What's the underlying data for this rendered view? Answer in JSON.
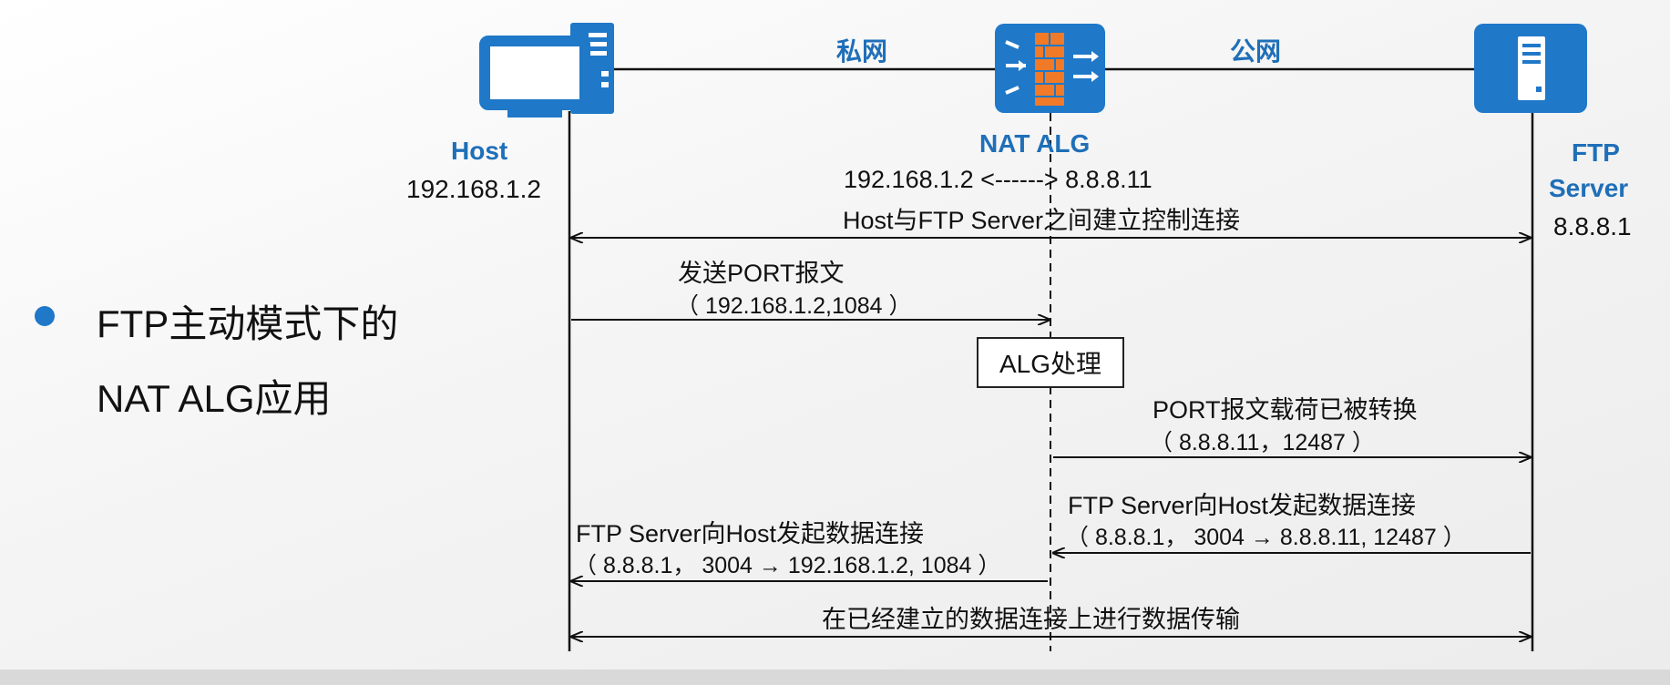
{
  "bullet": {
    "line1": "FTP主动模式下的",
    "line2": "NAT ALG应用"
  },
  "segments": {
    "private": "私网",
    "public": "公网"
  },
  "nodes": {
    "host": {
      "label": "Host",
      "ip": "192.168.1.2"
    },
    "nat": {
      "label": "NAT ALG",
      "mapping": "192.168.1.2 <------> 8.8.8.11"
    },
    "server": {
      "label_line1": "FTP",
      "label_line2": "Server",
      "ip": "8.8.8.1"
    }
  },
  "messages": {
    "control": "Host与FTP Server之间建立控制连接",
    "port_send": "发送PORT报文",
    "port_send_detail": "（ 192.168.1.2,1084 ）",
    "alg_process": "ALG处理",
    "port_translated": "PORT报文载荷已被转换",
    "port_translated_detail": "（ 8.8.8.11，12487 ）",
    "server_data_public": "FTP Server向Host发起数据连接",
    "server_data_public_detail": "（ 8.8.8.1， 3004 → 8.8.8.11, 12487 ）",
    "server_data_private": "FTP Server向Host发起数据连接",
    "server_data_private_detail": "（ 8.8.8.1， 3004 → 192.168.1.2, 1084 ）",
    "data_transfer": "在已经建立的数据连接上进行数据传输"
  },
  "colors": {
    "accent": "#1f78c8",
    "firewall": "#f07a28",
    "line": "#111111"
  }
}
